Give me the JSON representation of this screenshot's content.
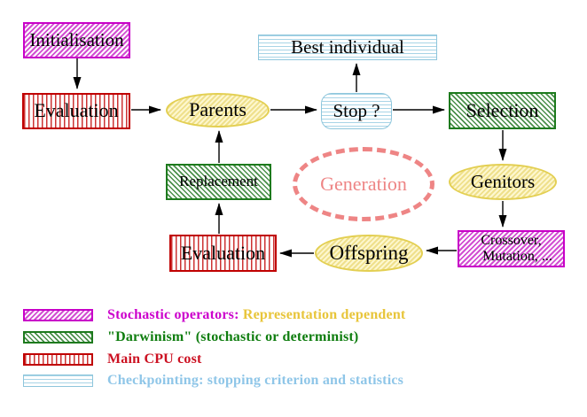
{
  "diagram": {
    "nodes": {
      "initialisation": {
        "label": "Initialisation",
        "style": "magenta-hatch"
      },
      "evaluation_top": {
        "label": "Evaluation",
        "style": "red-stripe"
      },
      "parents": {
        "label": "Parents",
        "style": "yellow-ellipse"
      },
      "stop": {
        "label": "Stop ?",
        "style": "cyan-stripe-rounded"
      },
      "best_individual": {
        "label": "Best individual",
        "style": "cyan-stripe"
      },
      "selection": {
        "label": "Selection",
        "style": "green-hatch"
      },
      "genitors": {
        "label": "Genitors",
        "style": "yellow-ellipse"
      },
      "crossover_mutation": {
        "line1": "Crossover,",
        "line2": "Mutation, ...",
        "style": "magenta-hatch"
      },
      "offspring": {
        "label": "Offspring",
        "style": "yellow-ellipse"
      },
      "evaluation_bottom": {
        "label": "Evaluation",
        "style": "red-stripe"
      },
      "replacement": {
        "label": "Replacement",
        "style": "green-hatch"
      },
      "generation": {
        "label": "Generation",
        "style": "salmon-dashed-ellipse"
      }
    },
    "arrows": [
      {
        "from": "initialisation",
        "to": "evaluation_top"
      },
      {
        "from": "evaluation_top",
        "to": "parents"
      },
      {
        "from": "parents",
        "to": "stop"
      },
      {
        "from": "stop",
        "to": "best_individual"
      },
      {
        "from": "stop",
        "to": "selection"
      },
      {
        "from": "selection",
        "to": "genitors"
      },
      {
        "from": "genitors",
        "to": "crossover_mutation"
      },
      {
        "from": "crossover_mutation",
        "to": "offspring"
      },
      {
        "from": "offspring",
        "to": "evaluation_bottom"
      },
      {
        "from": "evaluation_bottom",
        "to": "replacement"
      },
      {
        "from": "replacement",
        "to": "parents"
      }
    ],
    "legend": {
      "row1_label": "Stochastic operators:",
      "row1_label2": "Representation dependent",
      "row2_label": "\"Darwinism\" (stochastic or determinist)",
      "row3_label": "Main CPU cost",
      "row4_label": "Checkpointing: stopping criterion and statistics"
    },
    "colors": {
      "magenta": "#cc00cc",
      "gold": "#e8c53a",
      "green": "#0f7d0f",
      "red_crimson": "#cc1122",
      "light_blue": "#8fc6e8",
      "salmon": "#ee8585",
      "yellow_border": "#e3cf52",
      "red_border": "#c00000",
      "green_border": "#1d7a1d"
    }
  }
}
